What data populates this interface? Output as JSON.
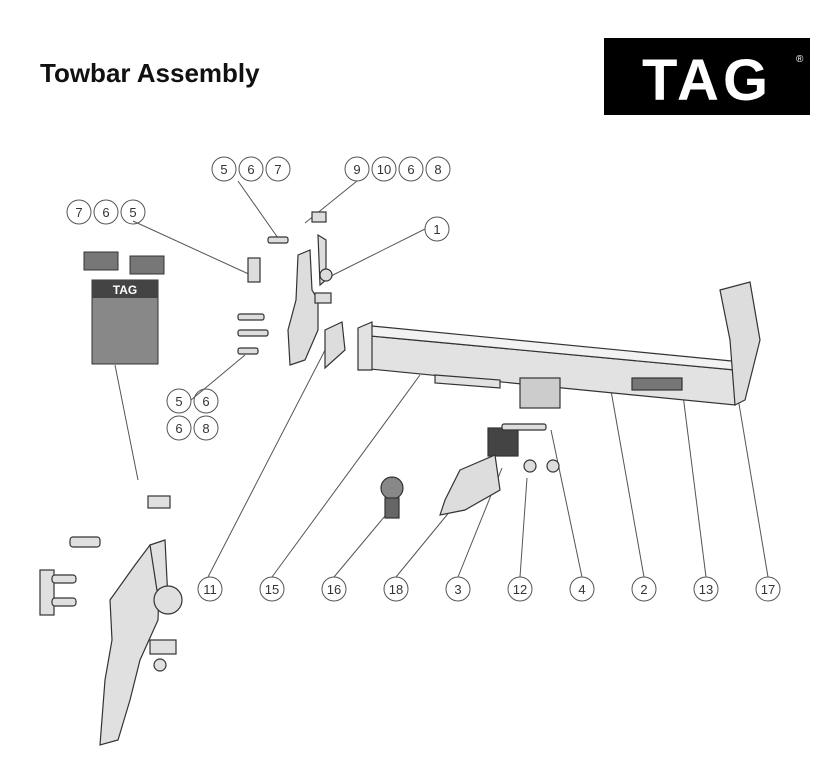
{
  "page": {
    "title": "Towbar Assembly",
    "logo_text": "TAG",
    "logo_registered": "®",
    "logo_color": "#000000",
    "line_color": "#555555"
  },
  "card_logo_text": "TAG",
  "callout_groups": [
    {
      "id": "g-top-bolt",
      "labels": [
        "5",
        "6",
        "7"
      ]
    },
    {
      "id": "g-top-pin",
      "labels": [
        "9",
        "10",
        "6",
        "8"
      ]
    },
    {
      "id": "g-plate",
      "labels": [
        "1"
      ]
    },
    {
      "id": "g-left-bolt",
      "labels": [
        "7",
        "6",
        "5"
      ]
    },
    {
      "id": "g-mid-bolts-a",
      "labels": [
        "5",
        "6"
      ]
    },
    {
      "id": "g-mid-bolts-b",
      "labels": [
        "6",
        "8"
      ]
    },
    {
      "id": "g-bottom",
      "labels": [
        "11",
        "15",
        "16",
        "18",
        "3",
        "12",
        "4",
        "2",
        "13",
        "17"
      ]
    }
  ]
}
